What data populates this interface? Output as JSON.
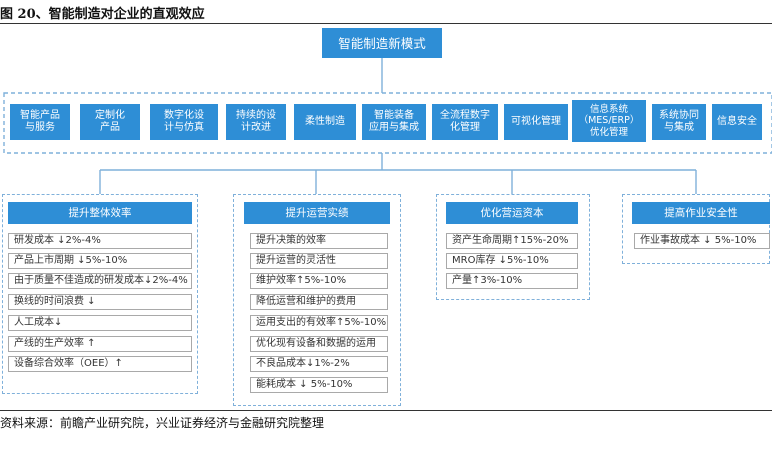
{
  "figure": {
    "title": "图 20、智能制造对企业的直观效应",
    "source": "资料来源：前瞻产业研究院，兴业证券经济与金融研究院整理"
  },
  "main_node": "智能制造新模式",
  "capabilities": [
    {
      "line1": "智能产品",
      "line2": "与服务"
    },
    {
      "line1": "定制化",
      "line2": "产品"
    },
    {
      "line1": "数字化设",
      "line2": "计与仿真"
    },
    {
      "line1": "持续的设",
      "line2": "计改进"
    },
    {
      "line1": "柔性制造",
      "line2": ""
    },
    {
      "line1": "智能装备",
      "line2": "应用与集成"
    },
    {
      "line1": "全流程数字",
      "line2": "化管理"
    },
    {
      "line1": "可视化管理",
      "line2": ""
    },
    {
      "line1": "信息系统",
      "line2": "（MES/ERP）",
      "line3": "优化管理"
    },
    {
      "line1": "系统协同",
      "line2": "与集成"
    },
    {
      "line1": "信息安全",
      "line2": ""
    }
  ],
  "panels": [
    {
      "title": "提升整体效率",
      "items": [
        "研发成本 ↓2%-4%",
        "产品上市周期 ↓5%-10%",
        "由于质量不佳造成的研发成本↓2%-4%",
        "换线的时间浪费 ↓",
        "人工成本↓",
        "产线的生产效率 ↑",
        "设备综合效率（OEE）↑"
      ]
    },
    {
      "title": "提升运营实绩",
      "items": [
        "提升决策的效率",
        "提升运营的灵活性",
        "维护效率↑5%-10%",
        "降低运营和维护的费用",
        "运用支出的有效率↑5%-10%",
        "优化现有设备和数据的运用",
        "不良品成本↓1%-2%",
        "能耗成本 ↓ 5%-10%"
      ]
    },
    {
      "title": "优化营运资本",
      "items": [
        "资产生命周期↑15%-20%",
        "MRO库存 ↓5%-10%",
        "产量↑3%-10%"
      ]
    },
    {
      "title": "提高作业安全性",
      "items": [
        "作业事故成本 ↓ 5%-10%"
      ]
    }
  ],
  "colors": {
    "node_fill": "#2e8ed6",
    "dashed_border": "#7fb0da",
    "text": "#333333"
  }
}
